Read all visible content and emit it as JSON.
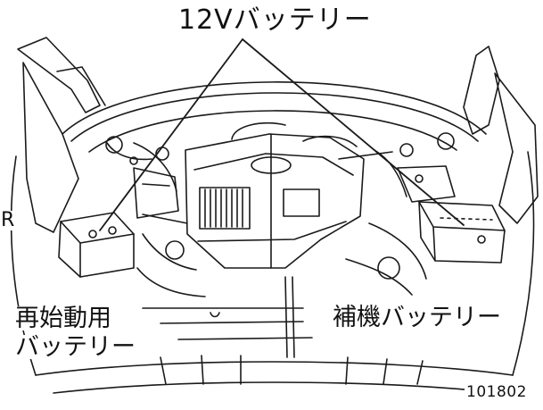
{
  "labels": {
    "top_battery": "12Vバッテリー",
    "restart_line1": "再始動用",
    "restart_line2": "バッテリー",
    "aux_battery": "補機バッテリー",
    "side_letter": "R",
    "figure_number": "101802"
  }
}
